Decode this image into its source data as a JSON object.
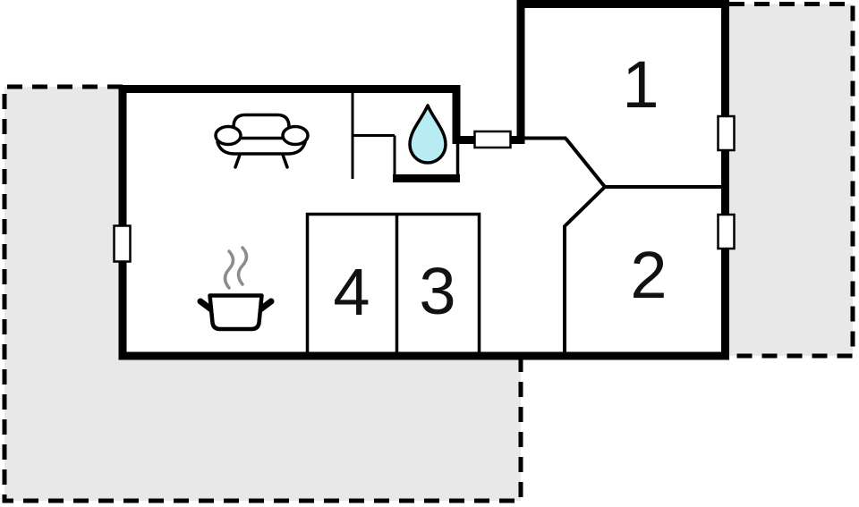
{
  "plan_type": "floor-plan",
  "rooms": [
    {
      "label": "1"
    },
    {
      "label": "2"
    },
    {
      "label": "3"
    },
    {
      "label": "4"
    }
  ],
  "icons": [
    {
      "name": "sofa-icon",
      "meaning": "living room seating"
    },
    {
      "name": "cooking-pot-icon",
      "meaning": "kitchen"
    },
    {
      "name": "steam-icon",
      "meaning": "cooking steam"
    },
    {
      "name": "water-drop-icon",
      "meaning": "bathroom / water"
    }
  ],
  "colors": {
    "wall": "#000000",
    "floor_fill": "#ffffff",
    "terrace_fill": "#e8e8e8",
    "window_fill": "#ffffff",
    "water_drop_fill": "#b7edf2",
    "steam": "#8c8c8c"
  }
}
